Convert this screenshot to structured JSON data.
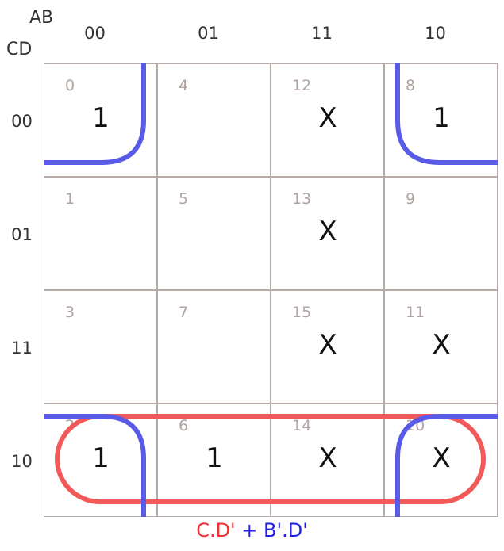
{
  "header": {
    "ab": "AB",
    "cd": "CD"
  },
  "columns": [
    "00",
    "01",
    "11",
    "10"
  ],
  "rows": [
    "00",
    "01",
    "11",
    "10"
  ],
  "cells": [
    [
      {
        "m": "0",
        "v": "1"
      },
      {
        "m": "4",
        "v": ""
      },
      {
        "m": "12",
        "v": "X"
      },
      {
        "m": "8",
        "v": "1"
      }
    ],
    [
      {
        "m": "1",
        "v": ""
      },
      {
        "m": "5",
        "v": ""
      },
      {
        "m": "13",
        "v": "X"
      },
      {
        "m": "9",
        "v": ""
      }
    ],
    [
      {
        "m": "3",
        "v": ""
      },
      {
        "m": "7",
        "v": ""
      },
      {
        "m": "15",
        "v": "X"
      },
      {
        "m": "11",
        "v": "X"
      }
    ],
    [
      {
        "m": "2",
        "v": "1"
      },
      {
        "m": "6",
        "v": "1"
      },
      {
        "m": "14",
        "v": "X"
      },
      {
        "m": "10",
        "v": "X"
      }
    ]
  ],
  "expression": {
    "term1": "C.D'",
    "plus": " + ",
    "term2": "B'.D'"
  },
  "colors": {
    "term1": "#f03030",
    "term2": "#2020e8",
    "loop_red": "#f25a5a",
    "loop_blue": "#5a5ae8"
  }
}
